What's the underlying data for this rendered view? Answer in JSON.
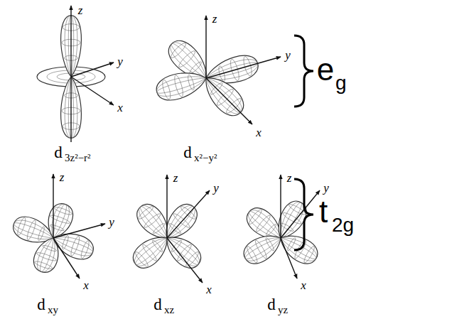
{
  "diagram": {
    "labels": [
      "z",
      "y",
      "x",
      "d",
      "3z²−r²",
      "z",
      "y",
      "x",
      "d",
      "x²−y²",
      "e",
      "g",
      "z",
      "y",
      "x",
      "d",
      "xy",
      "z",
      "y",
      "x",
      "d",
      "xz",
      "z",
      "y",
      "x",
      "d",
      "yz",
      "t",
      "2g"
    ]
  }
}
